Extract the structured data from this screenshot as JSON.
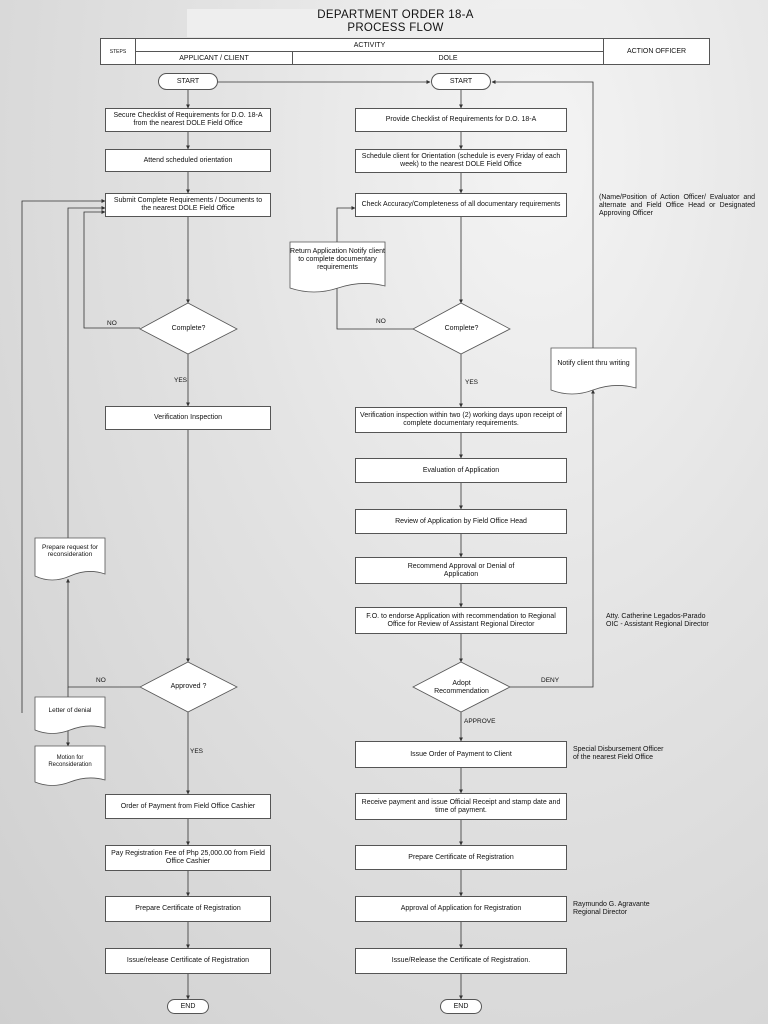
{
  "header": {
    "title_line1": "DEPARTMENT ORDER 18-A",
    "title_line2": "PROCESS FLOW",
    "steps": "STEPS",
    "activity": "ACTIVITY",
    "applicant": "APPLICANT / CLIENT",
    "dole": "DOLE",
    "action_officer": "ACTION OFFICER"
  },
  "applicant": {
    "start": "START",
    "secure": "Secure Checklist of Requirements for D.O. 18-A from the nearest DOLE Field Office",
    "orientation": "Attend scheduled orientation",
    "submit": "Submit Complete Requirements / Documents to the nearest DOLE Field Office",
    "complete": "Complete?",
    "no": "NO",
    "yes": "YES",
    "verification": "Verification Inspection",
    "reconsider": "Prepare request for reconsideration",
    "approved": "Approved ?",
    "no2": "NO",
    "yes2": "YES",
    "denial": "Letter of denial",
    "motion": "Motion for Reconsideration",
    "payment_order": "Order of Payment from Field Office Cashier",
    "pay_fee": "Pay Registration Fee of Php 25,000.00 from Field Office Cashier",
    "prepare_cert": "Prepare Certificate of Registration",
    "issue_cert": "Issue/release Certificate of Registration",
    "end": "END"
  },
  "dole": {
    "start": "START",
    "provide": "Provide Checklist of Requirements for D.O. 18-A",
    "schedule": "Schedule client for Orientation (schedule is every Friday of each week) to the nearest DOLE Field Office",
    "check": "Check Accuracy/Completeness of all documentary requirements",
    "return_app": "Return Application Notify client to complete documentary requirements",
    "no": "NO",
    "complete": "Complete?",
    "yes": "YES",
    "verification": "Verification inspection within two (2) working days upon receipt of complete documentary requirements.",
    "evaluation": "Evaluation of Application",
    "review": "Review of Application by Field Office Head",
    "recommend": "Recommend Approval or Denial of Application",
    "endorse": "F.O. to endorse Application with recommendation to Regional Office for Review of Assistant Regional Director",
    "adopt": "Adopt Recommendation",
    "deny": "DENY",
    "approve": "APPROVE",
    "notify": "Notify client thru writing",
    "issue_order": "Issue Order of Payment to Client",
    "receive": "Receive payment and issue Official Receipt and stamp date and time of payment.",
    "prepare_cert": "Prepare Certificate of Registration",
    "approval": "Approval of Application for Registration",
    "issue_release": "Issue/Release the Certificate of Registration.",
    "end": "END"
  },
  "officers": {
    "evaluator": "(Name/Position of Action Officer/ Evaluator and alternate and Field Office Head or Designated Approving Officer",
    "ard_name": "Atty. Catherine Legados-Parado",
    "ard_title": "OIC - Assistant Regional Director",
    "sdo_name": "Special Disbursement Officer",
    "sdo_title": "of the nearest Field Office",
    "rd_name": "Raymundo G. Agravante",
    "rd_title": "Regional Director"
  }
}
